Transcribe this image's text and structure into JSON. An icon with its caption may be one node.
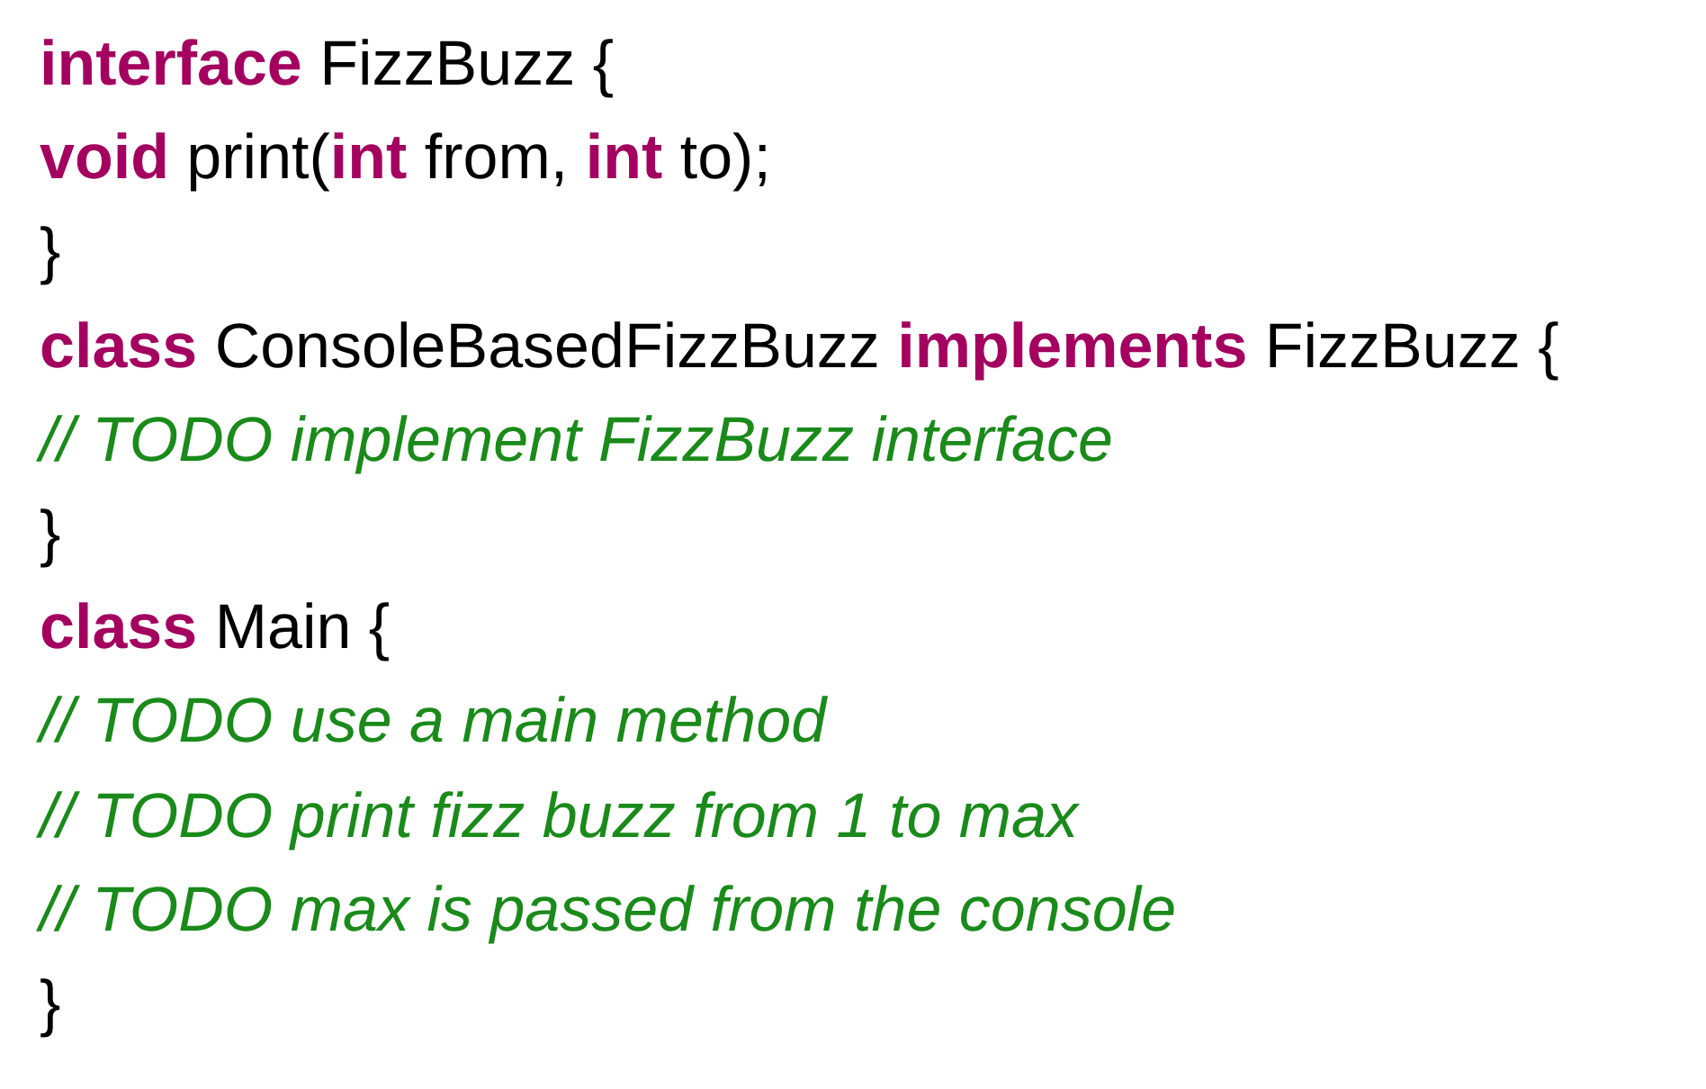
{
  "diagram": {
    "labels": [
      "**interface** FizzBuzz {",
      "**void** print(**int** from, **int** to);",
      "}",
      "**class** ConsoleBasedFizzBuzz **implements** FizzBuzz {",
      "// TODO implement FizzBuzz interface",
      "}",
      "**class** Main {",
      "// TODO use a main method",
      "// TODO print fizz buzz from 1 to max",
      "// TODO max is passed from the console",
      "}"
    ]
  }
}
